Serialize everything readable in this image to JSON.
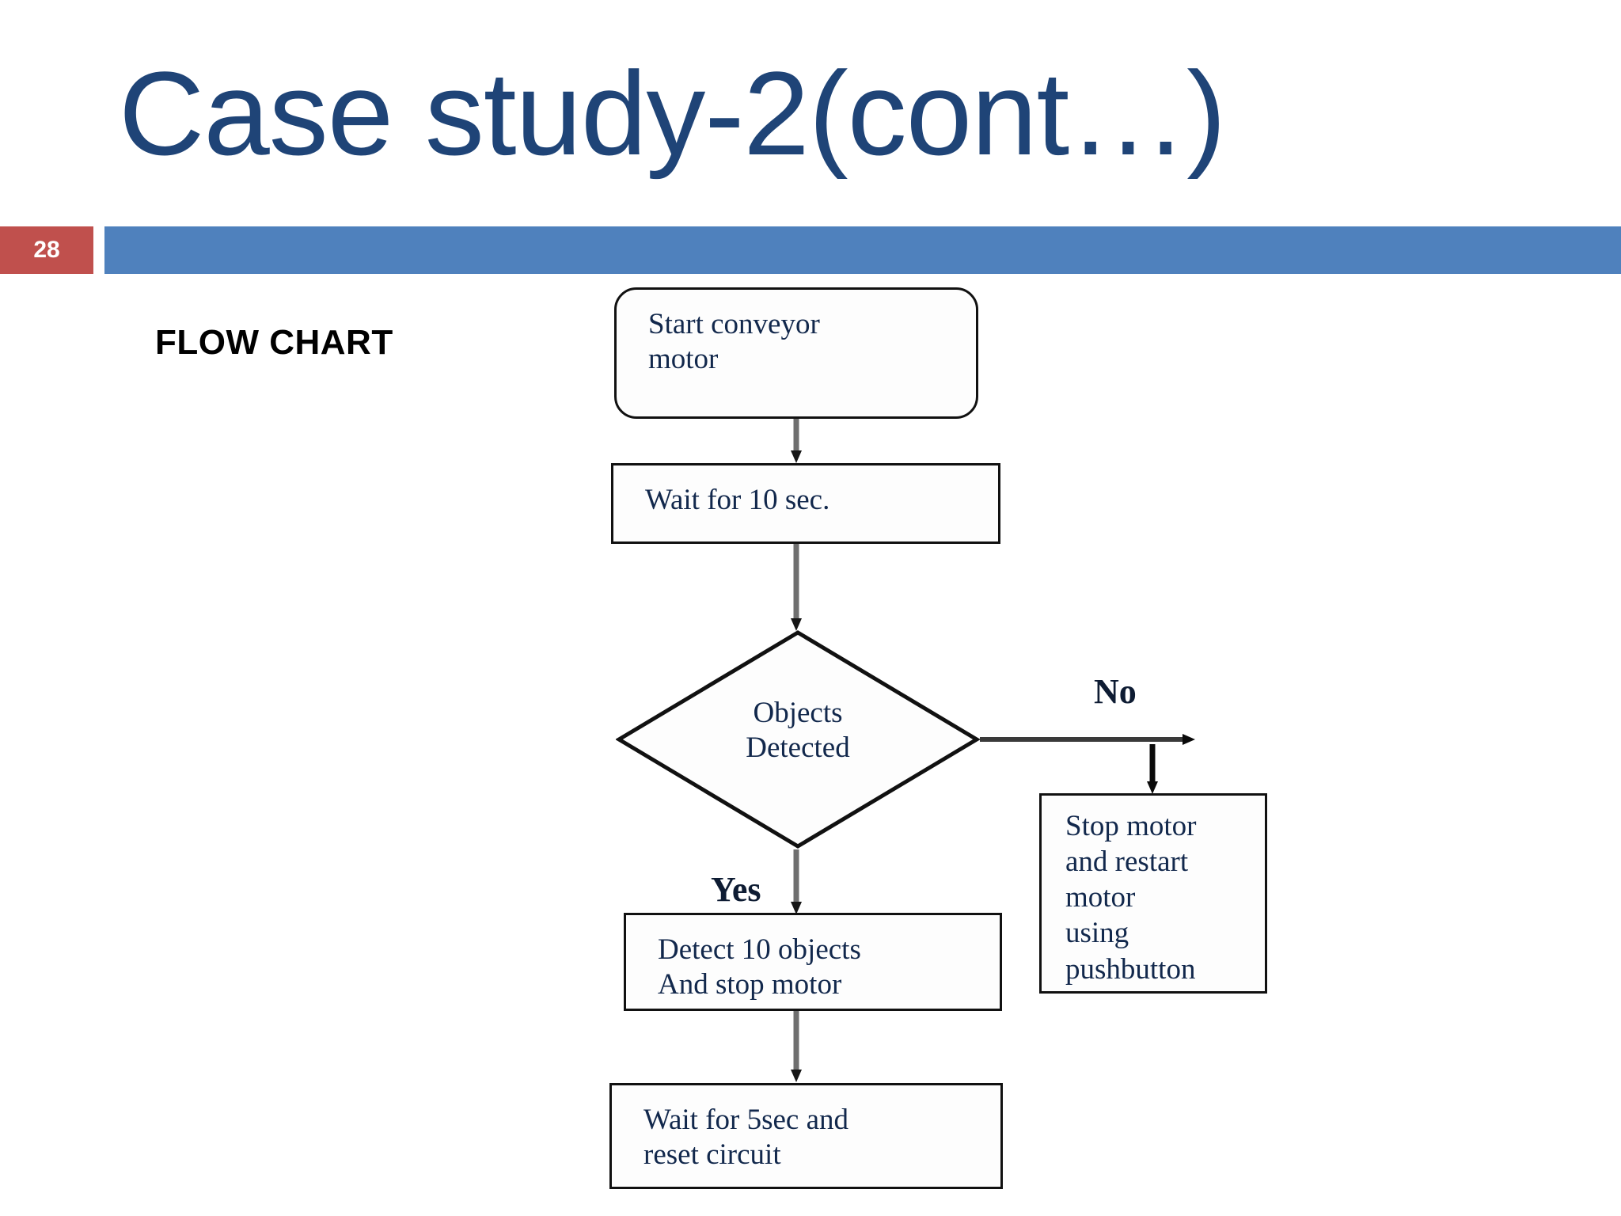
{
  "slide": {
    "title": "Case study-2(cont…)",
    "page_number": "28",
    "title_color": "#1f4477",
    "band_color": "#4f81bd",
    "badge_color": "#c0504d",
    "section_label": "FLOW CHART"
  },
  "flowchart": {
    "nodes": [
      {
        "id": "start",
        "shape": "rounded-rect",
        "text": "Start conveyor\nmotor"
      },
      {
        "id": "wait10",
        "shape": "rect",
        "text": "Wait for 10 sec."
      },
      {
        "id": "decision",
        "shape": "diamond",
        "text": "Objects\nDetected"
      },
      {
        "id": "stop",
        "shape": "rect",
        "text": "Stop motor\nand restart\nmotor\nusing\npushbutton"
      },
      {
        "id": "detect",
        "shape": "rect",
        "text": "Detect 10 objects\nAnd stop motor"
      },
      {
        "id": "wait5",
        "shape": "rect",
        "text": "Wait for 5sec and\nreset circuit"
      }
    ],
    "edge_labels": {
      "no": "No",
      "yes": "Yes"
    },
    "edges": [
      {
        "from": "start",
        "to": "wait10",
        "label": ""
      },
      {
        "from": "wait10",
        "to": "decision",
        "label": ""
      },
      {
        "from": "decision",
        "to": "stop",
        "label": "No"
      },
      {
        "from": "decision",
        "to": "detect",
        "label": "Yes"
      },
      {
        "from": "detect",
        "to": "wait5",
        "label": ""
      }
    ]
  }
}
